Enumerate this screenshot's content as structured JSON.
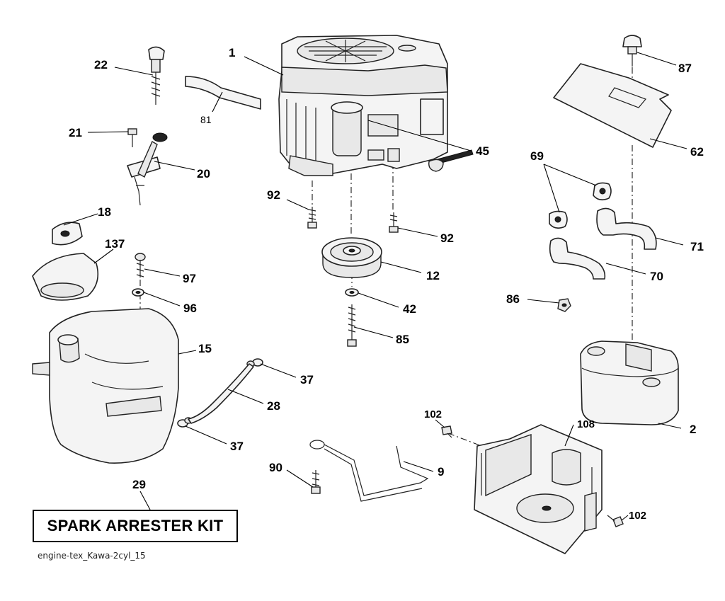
{
  "callouts": {
    "c1": "1",
    "c22": "22",
    "c81": "81",
    "c21": "21",
    "c20": "20",
    "c45": "45",
    "c87": "87",
    "c62": "62",
    "c69": "69",
    "c71": "71",
    "c70": "70",
    "c86": "86",
    "c92a": "92",
    "c92b": "92",
    "c18": "18",
    "c137": "137",
    "c97": "97",
    "c96": "96",
    "c12": "12",
    "c42": "42",
    "c85": "85",
    "c15": "15",
    "c37a": "37",
    "c28": "28",
    "c37b": "37",
    "c29": "29",
    "c90": "90",
    "c9": "9",
    "c102a": "102",
    "c108": "108",
    "c2": "2",
    "c102b": "102"
  },
  "kit_label": "SPARK ARRESTER KIT",
  "reference_code": "engine-tex_Kawa-2cyl_15"
}
